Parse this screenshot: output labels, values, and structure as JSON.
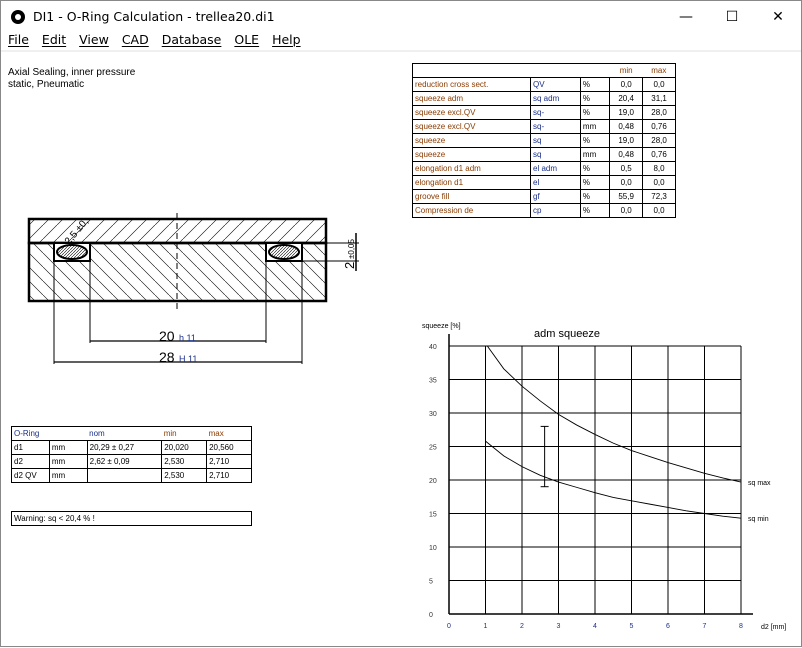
{
  "window": {
    "title": "DI1 - O-Ring Calculation  -  trellea20.di1",
    "minimize": "—",
    "maximize": "☐",
    "close": "✕"
  },
  "menu": [
    "File",
    "Edit",
    "View",
    "CAD",
    "Database",
    "OLE",
    "Help"
  ],
  "description": {
    "line1": "Axial Sealing, inner pressure",
    "line2": "static, Pneumatic"
  },
  "results": {
    "headers": {
      "min": "min",
      "max": "max"
    },
    "rows": [
      {
        "label": "reduction cross sect.",
        "sym": "QV",
        "unit": "%",
        "min": "0,0",
        "max": "0,0"
      },
      {
        "label": "squeeze adm",
        "sym": "sq adm",
        "unit": "%",
        "min": "20,4",
        "max": "31,1"
      },
      {
        "label": "squeeze excl.QV",
        "sym": "sq-",
        "unit": "%",
        "min": "19,0",
        "max": "28,0"
      },
      {
        "label": "squeeze excl.QV",
        "sym": "sq-",
        "unit": "mm",
        "min": "0,48",
        "max": "0,76"
      },
      {
        "label": "squeeze",
        "sym": "sq",
        "unit": "%",
        "min": "19,0",
        "max": "28,0"
      },
      {
        "label": "squeeze",
        "sym": "sq",
        "unit": "mm",
        "min": "0,48",
        "max": "0,76"
      },
      {
        "label": "elongation d1 adm",
        "sym": "el adm",
        "unit": "%",
        "min": "0,5",
        "max": "8,0"
      },
      {
        "label": "elongation d1",
        "sym": "el",
        "unit": "%",
        "min": "0,0",
        "max": "0,0"
      },
      {
        "label": "groove fill",
        "sym": "gf",
        "unit": "%",
        "min": "55,9",
        "max": "72,3"
      },
      {
        "label": "Compression de",
        "sym": "cp",
        "unit": "%",
        "min": "0,0",
        "max": "0,0"
      }
    ]
  },
  "oring": {
    "headers": [
      "O-Ring",
      "nom",
      "min",
      "max"
    ],
    "rows": [
      {
        "label": "d1",
        "unit": "mm",
        "nom": "20,29 ± 0,27",
        "min": "20,020",
        "max": "20,560"
      },
      {
        "label": "d2",
        "unit": "mm",
        "nom": "2,62 ± 0,09",
        "min": "2,530",
        "max": "2,710"
      },
      {
        "label": "d2 QV",
        "unit": "mm",
        "nom": "",
        "min": "2,530",
        "max": "2,710"
      }
    ]
  },
  "warning": "Warning: sq < 20,4 % !",
  "drawing": {
    "dim_inner": "20",
    "tol_inner": "h 11",
    "dim_outer": "28",
    "tol_outer": "H 11",
    "groove_depth": "2",
    "groove_tol": "±0,05",
    "ring_dim": "2,5 ±0,"
  },
  "chart_data": {
    "type": "line",
    "title": "adm squeeze",
    "xlabel": "d2 [mm]",
    "ylabel": "squeeze [%]",
    "xlim": [
      0,
      8
    ],
    "ylim": [
      0,
      40
    ],
    "xticks": [
      0,
      1,
      2,
      3,
      4,
      5,
      6,
      7,
      8
    ],
    "yticks": [
      0,
      5,
      10,
      15,
      20,
      25,
      30,
      35,
      40
    ],
    "grid": true,
    "series": [
      {
        "name": "sq max",
        "x": [
          1.05,
          1.5,
          2,
          2.5,
          3,
          3.5,
          4,
          4.5,
          5,
          5.5,
          6,
          6.5,
          7,
          7.5,
          8
        ],
        "y": [
          40,
          36.6,
          34,
          31.8,
          29.8,
          28.2,
          26.8,
          25.5,
          24.4,
          23.5,
          22.6,
          21.8,
          21,
          20.3,
          19.7
        ]
      },
      {
        "name": "sq min",
        "x": [
          1,
          1.5,
          2,
          2.5,
          3,
          3.5,
          4,
          4.5,
          5,
          5.5,
          6,
          6.5,
          7,
          7.5,
          8
        ],
        "y": [
          25.8,
          23.6,
          22,
          20.7,
          19.7,
          18.9,
          18.1,
          17.4,
          16.9,
          16.4,
          15.9,
          15.4,
          15,
          14.6,
          14.3
        ]
      }
    ],
    "range_marker": {
      "x": 2.62,
      "ymin": 19,
      "ymax": 28
    }
  }
}
